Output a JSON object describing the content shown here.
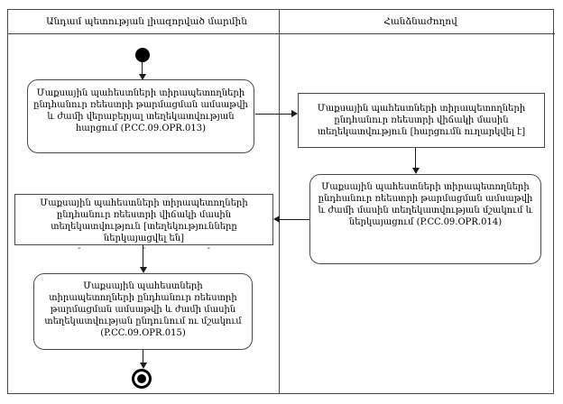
{
  "diagram": {
    "type": "activity-swimlane",
    "colors": {
      "background": "#ffffff",
      "border": "#4a4a4a",
      "line": "#1a1a1a",
      "text": "#000000"
    },
    "lanes": [
      {
        "label": "Անդամ պետության լիազորված մարմին"
      },
      {
        "label": "Հանձնաժողով"
      }
    ],
    "nodes": {
      "start": {
        "shape": "initial-node"
      },
      "box1": {
        "shape": "rounded-activity",
        "lane": 0,
        "code": "P.CC.09.OPR.013",
        "text": "Մաքսային պահեստների տիրապետողների ընդհանուր ռեեստրի թարմացման ամսաթվի և ժամի վերաբերյալ տեղեկատվության հարցում (P.CC.09.OPR.013)"
      },
      "box2": {
        "shape": "object-node",
        "lane": 1,
        "text": "Մաքսային պահեստների տիրապետողների ընդհանուր ռեեստրի վիճակի մասին տեղեկատվություն [հարցումն ուղարկվել է]"
      },
      "box3": {
        "shape": "rounded-activity",
        "lane": 1,
        "code": "P.CC.09.OPR.014",
        "text": "Մաքսային պահեստների տիրապետողների ընդհանուր ռեեստրի թարմացման ամսաթվի և ժամի մասին տեղեկատվության մշակում և ներկայացում (P.CC.09.OPR.014)"
      },
      "box4": {
        "shape": "object-node",
        "lane": 0,
        "text": "Մաքսային պահեստների տիրապետողների ընդհանուր ռեեստրի վիճակի մասին տեղեկատվություն [տեղեկությունները ներկայացվել են]",
        "dashes": [
          "-",
          "-",
          "-"
        ]
      },
      "box5": {
        "shape": "rounded-activity",
        "lane": 0,
        "code": "P.CC.09.OPR.015",
        "text": "Մաքսային պահեստների տիրապետողների ընդհանուր ռեեստրի թարմացման ամսաթվի և ժամի մասին տեղեկատվության ընդունում ու մշակում (P.CC.09.OPR.015)"
      },
      "end": {
        "shape": "final-node"
      }
    },
    "edges": [
      {
        "from": "start",
        "to": "box1"
      },
      {
        "from": "box1",
        "to": "box2"
      },
      {
        "from": "box2",
        "to": "box3"
      },
      {
        "from": "box3",
        "to": "box4"
      },
      {
        "from": "box4",
        "to": "box5"
      },
      {
        "from": "box5",
        "to": "end"
      }
    ]
  }
}
